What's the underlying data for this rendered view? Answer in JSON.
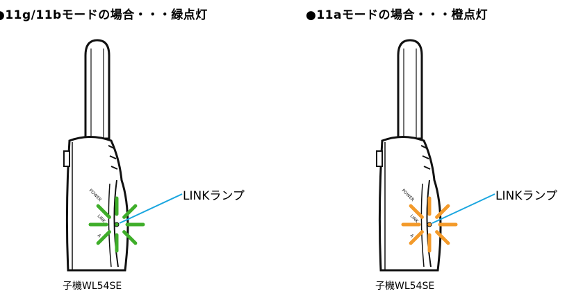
{
  "panels": [
    {
      "heading": "●11g/11bモードの場合・・・緑点灯",
      "callout": "LINKランプ",
      "caption": "子機WL54SE",
      "led_color": "#3fae2a",
      "led_labels": [
        "POWER",
        "LINK",
        "A"
      ]
    },
    {
      "heading": "●11aモードの場合・・・橙点灯",
      "callout": "LINKランプ",
      "caption": "子機WL54SE",
      "led_color": "#f39a2a",
      "led_labels": [
        "POWER",
        "LINK",
        "A"
      ]
    }
  ],
  "colors": {
    "callout_line": "#1aa6df",
    "outline": "#111111"
  }
}
